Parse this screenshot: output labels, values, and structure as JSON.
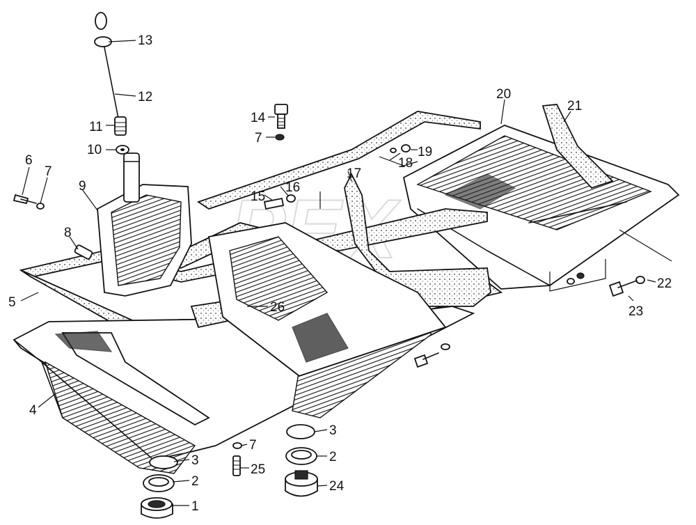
{
  "diagram": {
    "watermark": "РЕХ",
    "callouts": [
      {
        "id": "c1",
        "text": "1"
      },
      {
        "id": "c2a",
        "text": "2"
      },
      {
        "id": "c2b",
        "text": "2"
      },
      {
        "id": "c3a",
        "text": "3"
      },
      {
        "id": "c3b",
        "text": "3"
      },
      {
        "id": "c4",
        "text": "4"
      },
      {
        "id": "c5",
        "text": "5"
      },
      {
        "id": "c6",
        "text": "6"
      },
      {
        "id": "c7a",
        "text": "7"
      },
      {
        "id": "c7b",
        "text": "7"
      },
      {
        "id": "c7c",
        "text": "7"
      },
      {
        "id": "c8",
        "text": "8"
      },
      {
        "id": "c9",
        "text": "9"
      },
      {
        "id": "c10",
        "text": "10"
      },
      {
        "id": "c11",
        "text": "11"
      },
      {
        "id": "c12",
        "text": "12"
      },
      {
        "id": "c13",
        "text": "13"
      },
      {
        "id": "c14",
        "text": "14"
      },
      {
        "id": "c15",
        "text": "15"
      },
      {
        "id": "c16",
        "text": "16"
      },
      {
        "id": "c17",
        "text": "17"
      },
      {
        "id": "c18",
        "text": "18"
      },
      {
        "id": "c19",
        "text": "19"
      },
      {
        "id": "c20",
        "text": "20"
      },
      {
        "id": "c21",
        "text": "21"
      },
      {
        "id": "c22",
        "text": "22"
      },
      {
        "id": "c23",
        "text": "23"
      },
      {
        "id": "c24",
        "text": "24"
      },
      {
        "id": "c25",
        "text": "25"
      },
      {
        "id": "c26",
        "text": "26"
      }
    ]
  }
}
